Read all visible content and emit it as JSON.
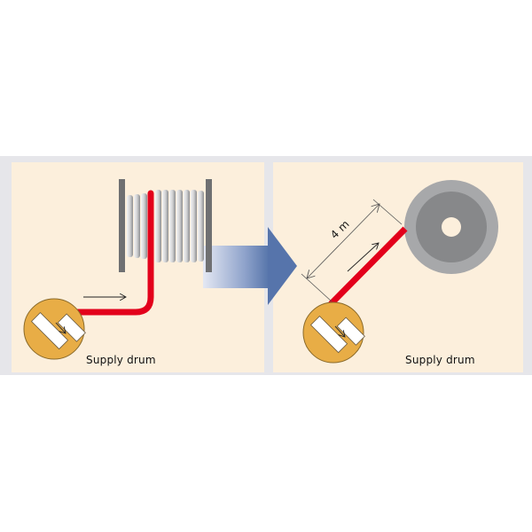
{
  "colors": {
    "background": "#ffffff",
    "frame": "#e6e6ea",
    "panel": "#fcefdc",
    "cable": "#e3001b",
    "drum_badge": "#e8ad46",
    "drum_outer": "#a7a8aa",
    "drum_inner": "#87888a",
    "flange": "#6f7072",
    "arrow_start": "#dfe4f0",
    "arrow_end": "#4f6fa6"
  },
  "left_panel": {
    "caption": "Supply drum",
    "icons": [
      "supply-drum-icon",
      "cable-reel-icon",
      "direction-arrow-icon"
    ]
  },
  "right_panel": {
    "caption": "Supply drum",
    "distance_label": "4 m",
    "icons": [
      "supply-drum-icon",
      "take-up-drum-icon",
      "direction-arrow-icon",
      "dimension-line-icon"
    ]
  },
  "transition_arrow": {
    "icon": "transition-arrow-icon"
  }
}
